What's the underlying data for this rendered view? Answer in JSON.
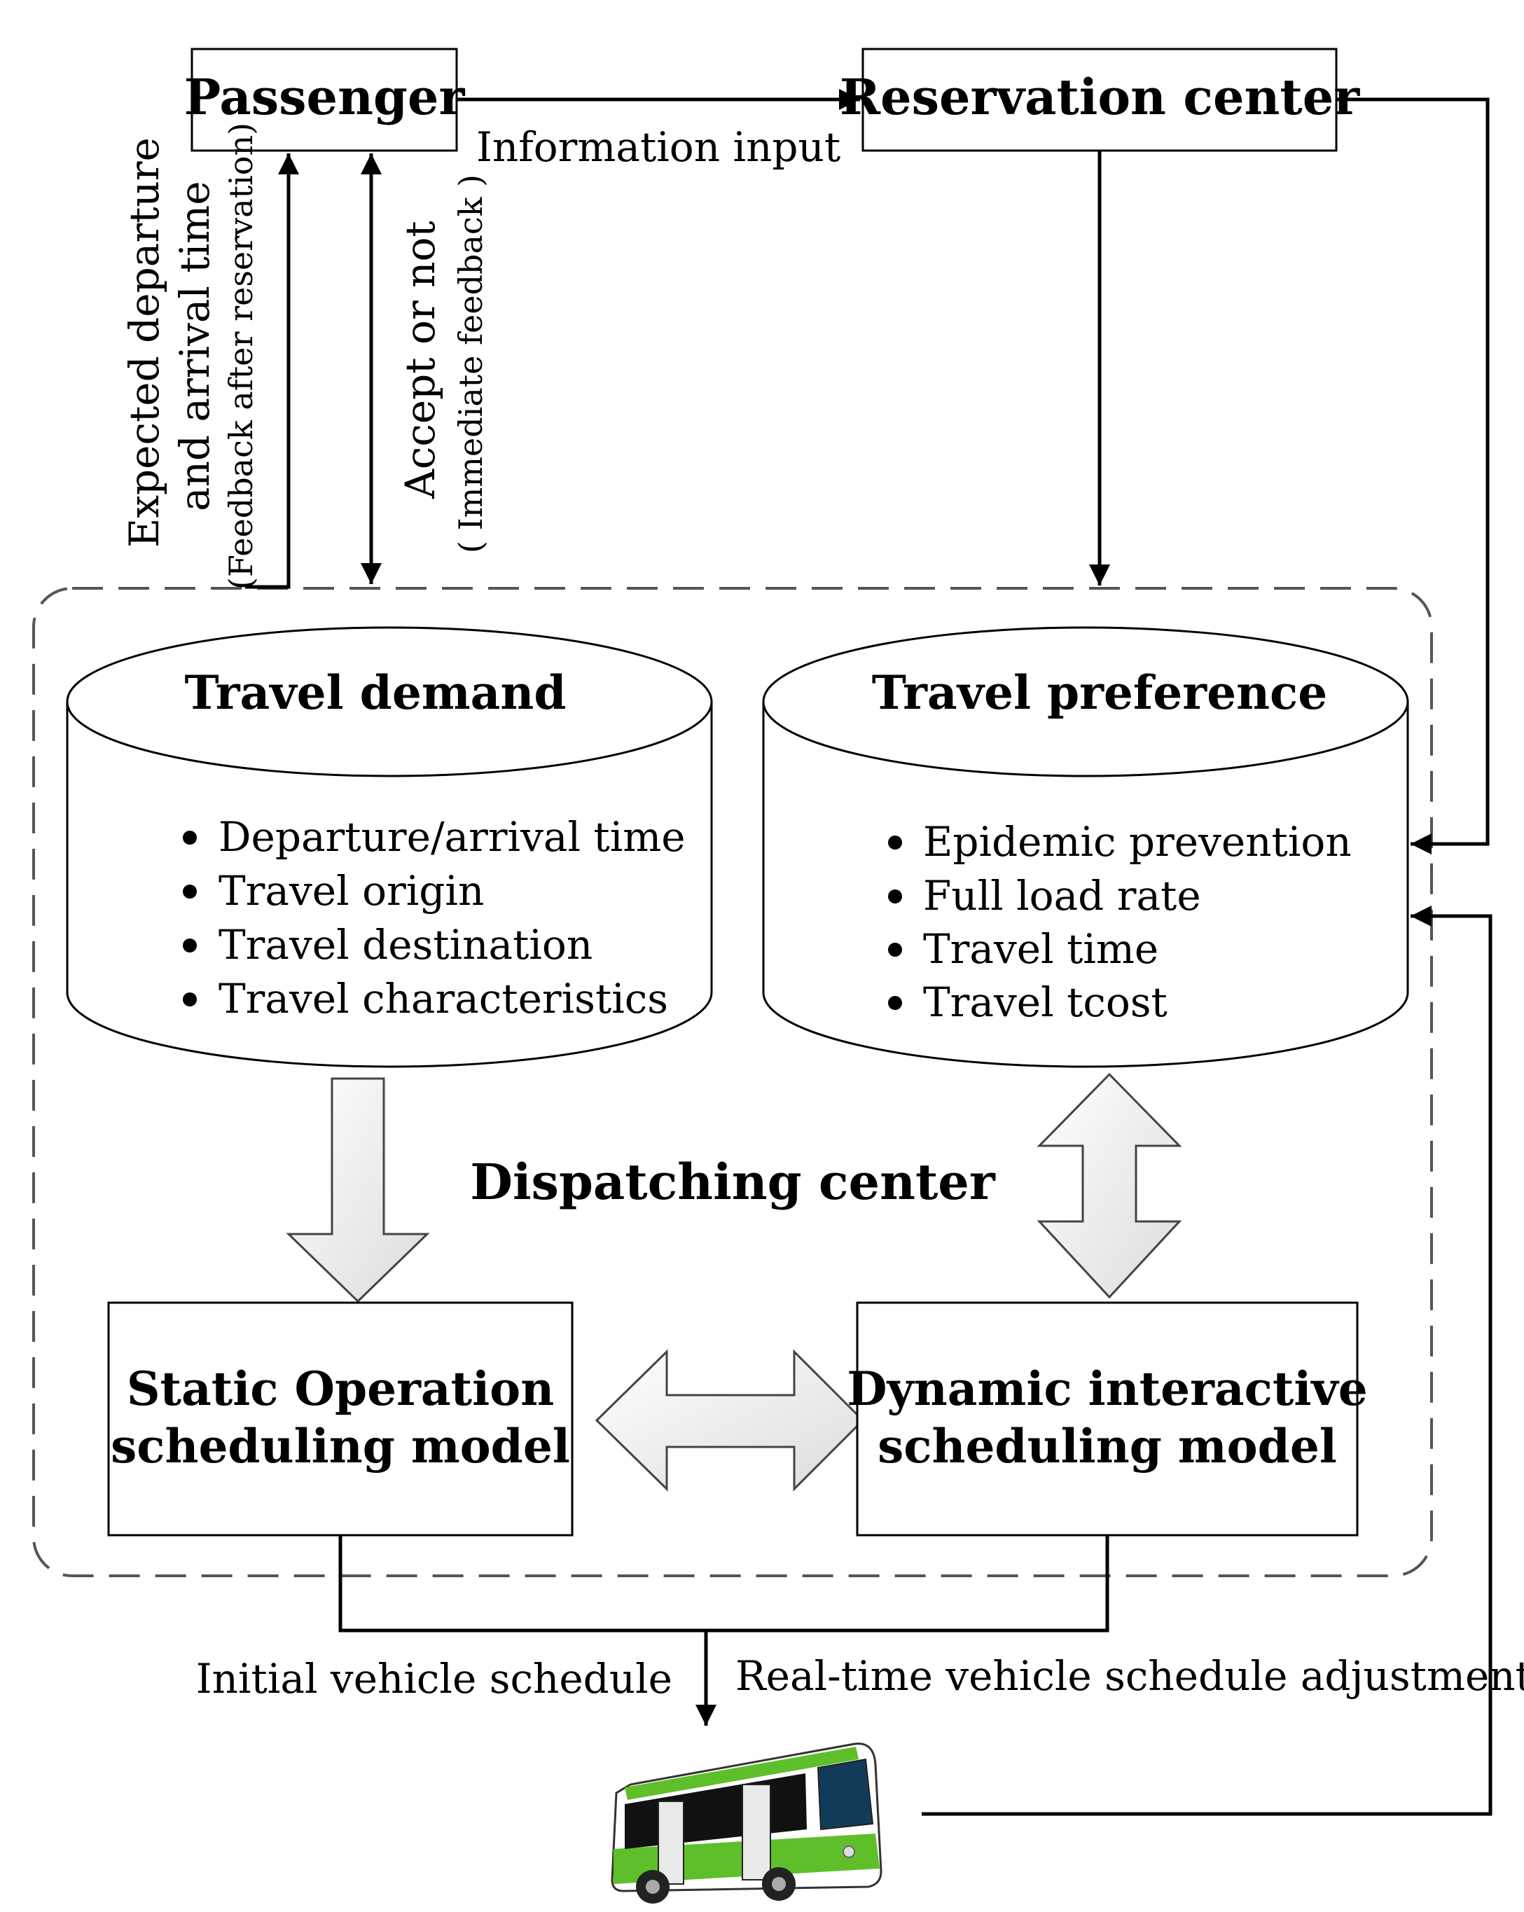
{
  "nodes": {
    "passenger": "Passenger",
    "reservation_center": "Reservation center",
    "travel_demand": {
      "title": "Travel demand",
      "items": [
        "Departure/arrival time",
        "Travel origin",
        "Travel destination",
        "Travel characteristics"
      ]
    },
    "travel_preference": {
      "title": "Travel preference",
      "items": [
        "Epidemic prevention",
        "Full load rate",
        "Travel time",
        "Travel tcost"
      ]
    },
    "dispatching_center": "Dispatching center",
    "static_model": [
      "Static Operation",
      "scheduling model"
    ],
    "dynamic_model": [
      "Dynamic interactive",
      "scheduling model"
    ]
  },
  "edge_labels": {
    "information_input": "Information input",
    "expected_times": [
      "Expected departure",
      "and arrival time",
      "(Feedback after reservation)"
    ],
    "accept_or_not": [
      "Accept or not",
      "( Immediate feedback )"
    ],
    "initial_schedule": "Initial vehicle schedule",
    "realtime_adjustment": "Real-time vehicle schedule adjustment"
  },
  "bus": {
    "icon": "bus-icon",
    "colors": {
      "body": "#ffffff",
      "stripe": "#5fbf2a",
      "windows": "#111111"
    }
  },
  "colors": {
    "stroke": "#000000",
    "dashed_border": "#555555",
    "hollow_arrow_fill": "#f2f2f2"
  }
}
